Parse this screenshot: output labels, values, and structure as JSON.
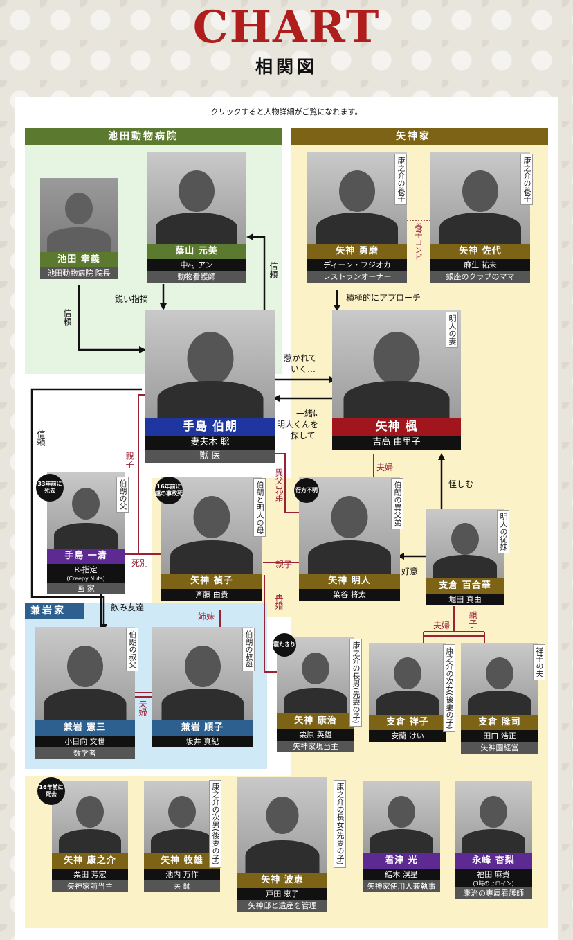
{
  "title": "CHART",
  "subtitle": "相関図",
  "note": "クリックすると人物詳細がご覧になれます。",
  "regions": {
    "ikeda": "池田動物病院",
    "yagami": "矢神家",
    "kaneiwa": "兼岩家"
  },
  "colors": {
    "green": "#5c7a2f",
    "gold": "#7d6316",
    "blue": "#1f35a0",
    "red": "#a0161c",
    "purple": "#5d2a93",
    "teal": "#2d5f8f",
    "black": "#111111"
  },
  "people": {
    "ikeda": {
      "name": "池田 幸義",
      "role": "池田動物病院 院長"
    },
    "kageyama": {
      "name": "蔭山 元美",
      "actor": "中村 アン",
      "role": "動物看護師"
    },
    "teshima": {
      "name": "手島 伯朗",
      "actor": "妻夫木 聡",
      "role": "獣 医"
    },
    "yuma": {
      "name": "矢神 勇磨",
      "actor": "ディーン・フジオカ",
      "role": "レストランオーナー",
      "tag": "康之介の養子"
    },
    "sayo": {
      "name": "矢神 佐代",
      "actor": "麻生 祐未",
      "role": "銀座のクラブのママ",
      "tag": "康之介の養子"
    },
    "kaede": {
      "name": "矢神 楓",
      "actor": "吉高 由里子",
      "tag": "明人の妻"
    },
    "issei": {
      "name": "手島 一清",
      "actor": "R-指定",
      "actor2": "(Creepy Nuts)",
      "role": "画 家",
      "tag": "伯朗の父",
      "badge": "33年前に死去"
    },
    "sachiko": {
      "name": "矢神 禎子",
      "actor": "斉藤 由貴",
      "tag": "伯朗と明人の母",
      "badge": "16年前に謎の事故死"
    },
    "akito": {
      "name": "矢神 明人",
      "actor": "染谷 将太",
      "tag": "伯朗の異父弟",
      "badge": "行方不明"
    },
    "yurika": {
      "name": "支倉 百合華",
      "actor": "堀田 真由",
      "tag": "明人の従妹"
    },
    "kenzo": {
      "name": "兼岩 憲三",
      "actor": "小日向 文世",
      "role": "数学者",
      "tag": "伯朗の叔父"
    },
    "junko": {
      "name": "兼岩 順子",
      "actor": "坂井 真紀",
      "tag": "伯朗の叔母"
    },
    "yasuharu": {
      "name": "矢神 康治",
      "actor": "栗原 英雄",
      "role": "矢神家現当主",
      "tag": "康之介の長男(先妻の子)",
      "badge": "寝たきり"
    },
    "shoko": {
      "name": "支倉 祥子",
      "actor": "安蘭 けい",
      "tag": "康之介の次女(後妻の子)"
    },
    "takashi": {
      "name": "支倉 隆司",
      "actor": "田口 浩正",
      "role": "矢神園経営",
      "tag": "祥子の夫"
    },
    "konosuke": {
      "name": "矢神 康之介",
      "actor": "栗田 芳宏",
      "role": "矢神家前当主",
      "badge": "16年前に死去"
    },
    "makio": {
      "name": "矢神 牧雄",
      "actor": "池内 万作",
      "role": "医 師",
      "tag": "康之介の次男(後妻の子)"
    },
    "namie": {
      "name": "矢神 波恵",
      "actor": "戸田 恵子",
      "role": "矢神邸と遺産を管理",
      "tag": "康之介の長女(先妻の子)"
    },
    "hikaru": {
      "name": "君津 光",
      "actor": "結木 滉星",
      "role": "矢神家使用人兼執事"
    },
    "karin": {
      "name": "永峰 杏梨",
      "actor": "福田 麻貴",
      "actor2": "(3時のヒロイン)",
      "role": "康治の専属看護師"
    }
  },
  "relations": {
    "sudoi": "鋭い指摘",
    "shinrai1": "信頼",
    "shinrai2": "信頼",
    "shinrai3": "信頼",
    "yoshi": "養子コンビ",
    "sekkyoku": "積極的にアプローチ",
    "hikarete1": "惹かれて",
    "hikarete2": "いく…",
    "issho1": "一緒に",
    "issho2": "明人くんを",
    "issho3": "探して",
    "oyako1": "親子",
    "oyako2": "親子",
    "oyako3": "親子",
    "ifu": "異父兄弟",
    "fufu1": "夫婦",
    "fufu2": "夫婦",
    "fufu3": "夫婦",
    "ayashimu": "怪しむ",
    "koui": "好意",
    "shibetsu": "死別",
    "saikon": "再婚",
    "shimai": "姉妹",
    "nomi": "飲み友達"
  }
}
